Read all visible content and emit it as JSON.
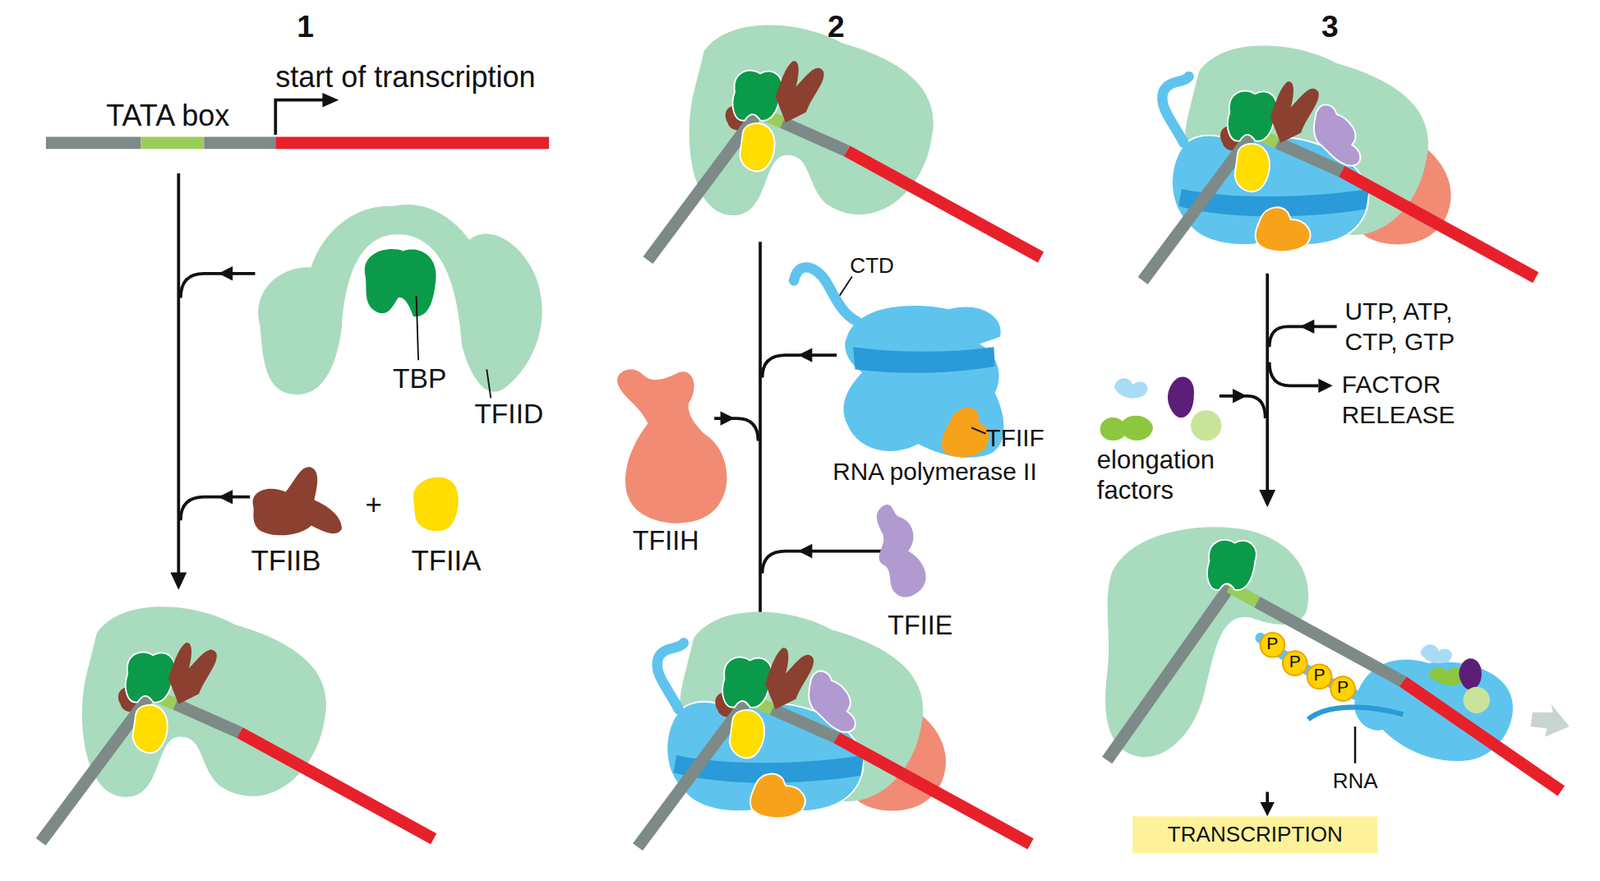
{
  "diagram": {
    "nodes": [
      {
        "text": [
          "TFIID"
        ]
      },
      {
        "text": [
          "TBP"
        ],
        "in": 0
      },
      {
        "text": [
          "TFIIB"
        ]
      },
      {
        "text": [
          "TFIIA"
        ]
      },
      {
        "text": [
          "RNA polymerase II"
        ]
      },
      {
        "text": [
          "TFIIF"
        ],
        "in": 4
      },
      {
        "text": [
          "TFIIH"
        ]
      },
      {
        "text": [
          "TFIIE"
        ]
      },
      {
        "text": [
          "elongation factors"
        ]
      },
      {
        "text": [
          "P"
        ]
      },
      {
        "text": [
          "P"
        ]
      },
      {
        "text": [
          "P"
        ]
      },
      {
        "text": [
          "P"
        ]
      },
      {
        "text": [
          "TRANSCRIPTION"
        ]
      }
    ],
    "labels": [
      "1",
      "2",
      "3",
      "TATA box",
      "start of transcription",
      "+",
      "CTD",
      "UTP, ATP, CTP, GTP",
      "FACTOR RELEASE",
      "RNA"
    ]
  }
}
